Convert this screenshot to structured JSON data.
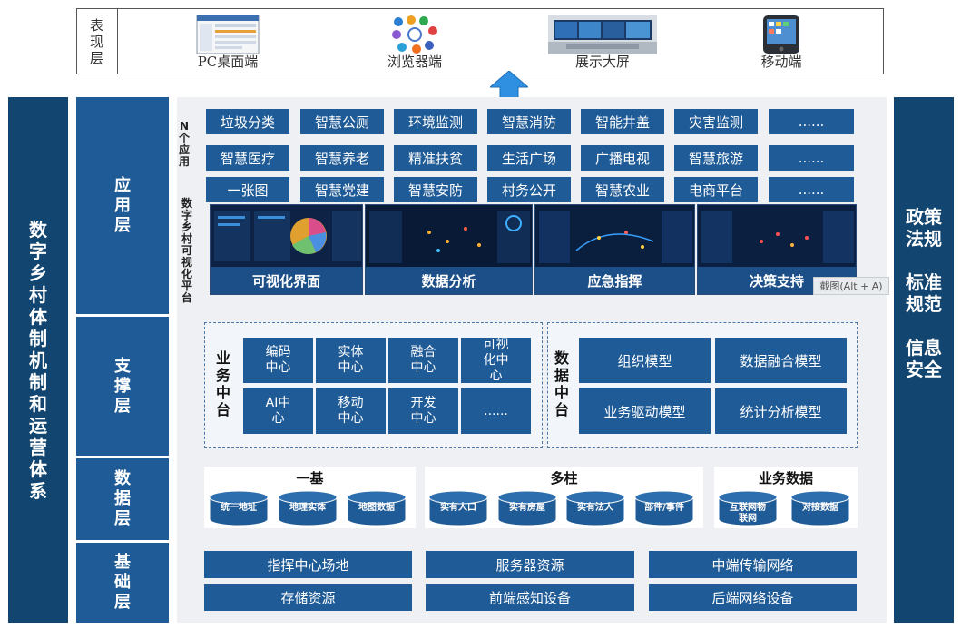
{
  "presentation": {
    "label": "表现层",
    "items": [
      {
        "label": "PC桌面端",
        "icon": "desktop-window-icon"
      },
      {
        "label": "浏览器端",
        "icon": "browser-icons-icon"
      },
      {
        "label": "展示大屏",
        "icon": "video-wall-icon"
      },
      {
        "label": "移动端",
        "icon": "mobile-phone-icon"
      }
    ]
  },
  "left_panel": {
    "label": "数字乡村体制机制和运营体系"
  },
  "right_panel": {
    "items": [
      "政策法规",
      "标准规范",
      "信息安全"
    ]
  },
  "layers": {
    "application": "应用层",
    "support": "支撑层",
    "data": "数据层",
    "base": "基础层"
  },
  "application": {
    "n_apps_label": "N个应用",
    "viz_platform_label": "数字乡村可视化平台",
    "rows": [
      [
        "垃圾分类",
        "智慧公厕",
        "环境监测",
        "智慧消防",
        "智能井盖",
        "灾害监测",
        "......"
      ],
      [
        "智慧医疗",
        "智慧养老",
        "精准扶贫",
        "生活广场",
        "广播电视",
        "智慧旅游",
        "......"
      ],
      [
        "一张图",
        "智慧党建",
        "智慧安防",
        "村务公开",
        "智慧农业",
        "电商平台",
        "......"
      ]
    ],
    "viz_panels": [
      "可视化界面",
      "数据分析",
      "应急指挥",
      "决策支持"
    ]
  },
  "tooltip": "截图(Alt + A)",
  "support": {
    "business_label": "业务中台",
    "business_items": [
      "编码中心",
      "实体中心",
      "融合中心",
      "可视化中心",
      "AI中心",
      "移动中心",
      "开发中心",
      "......"
    ],
    "data_label": "数据中台",
    "data_items": [
      "组织模型",
      "数据融合模型",
      "业务驱动模型",
      "统计分析模型"
    ]
  },
  "data": {
    "groups": [
      {
        "title": "一基",
        "items": [
          "统一地址",
          "地理实体",
          "地图数据"
        ]
      },
      {
        "title": "多柱",
        "items": [
          "实有人口",
          "实有房屋",
          "实有法人",
          "部件/事件"
        ]
      },
      {
        "title": "业务数据",
        "items": [
          "互联网物联网",
          "对接数据"
        ]
      }
    ]
  },
  "base": {
    "items": [
      "指挥中心场地",
      "服务器资源",
      "中端传输网络",
      "存储资源",
      "前端感知设备",
      "后端网络设备"
    ]
  },
  "colors": {
    "navy": "#12456f",
    "button_blue": "#1f5b96",
    "arrow": "#2f8fe0",
    "cylinder": "#1f5b96"
  }
}
